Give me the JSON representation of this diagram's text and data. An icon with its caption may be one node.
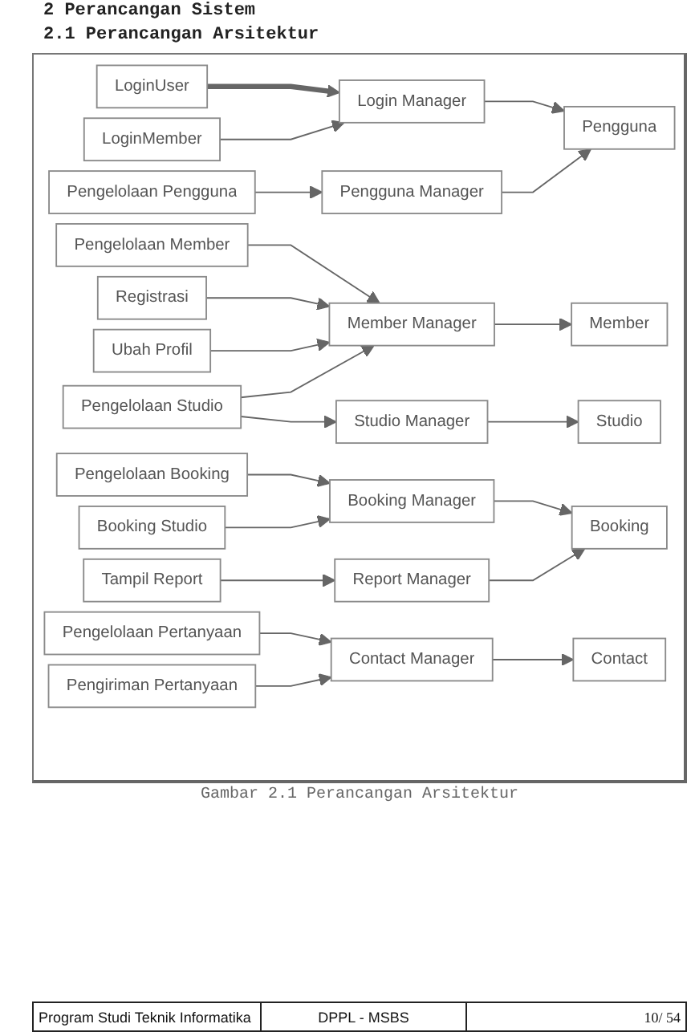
{
  "diagram": {
    "title": "2.1 Perancangan Arsitektur",
    "caption": "Gambar 2.1 Perancangan Arsitektur",
    "nodes": [
      {
        "text": [
          "LoginUser"
        ]
      },
      {
        "text": [
          "LoginMember"
        ]
      },
      {
        "text": [
          "Pengelolaan Pengguna"
        ]
      },
      {
        "text": [
          "Pengelolaan Member"
        ]
      },
      {
        "text": [
          "Registrasi"
        ]
      },
      {
        "text": [
          "Ubah Profil"
        ]
      },
      {
        "text": [
          "Pengelolaan Studio"
        ]
      },
      {
        "text": [
          "Pengelolaan Booking"
        ]
      },
      {
        "text": [
          "Booking Studio"
        ]
      },
      {
        "text": [
          "Tampil Report"
        ]
      },
      {
        "text": [
          "Pengelolaan Pertanyaan"
        ]
      },
      {
        "text": [
          "Pengiriman Pertanyaan"
        ]
      },
      {
        "text": [
          "Login Manager"
        ]
      },
      {
        "text": [
          "Pengguna Manager"
        ]
      },
      {
        "text": [
          "Member Manager"
        ]
      },
      {
        "text": [
          "Studio Manager"
        ]
      },
      {
        "text": [
          "Booking Manager"
        ]
      },
      {
        "text": [
          "Report Manager"
        ]
      },
      {
        "text": [
          "Contact Manager"
        ]
      },
      {
        "text": [
          "Pengguna"
        ]
      },
      {
        "text": [
          "Member"
        ]
      },
      {
        "text": [
          "Studio"
        ]
      },
      {
        "text": [
          "Booking"
        ]
      },
      {
        "text": [
          "Contact"
        ]
      }
    ],
    "edges": [
      {
        "from": 0,
        "to": 12,
        "arrow": "to",
        "style": "thick"
      },
      {
        "from": 1,
        "to": 12,
        "arrow": "to"
      },
      {
        "from": 2,
        "to": 13,
        "arrow": "to"
      },
      {
        "from": 3,
        "to": 14,
        "arrow": "to"
      },
      {
        "from": 4,
        "to": 14,
        "arrow": "to"
      },
      {
        "from": 5,
        "to": 14,
        "arrow": "to"
      },
      {
        "from": 6,
        "to": 14,
        "arrow": "to"
      },
      {
        "from": 6,
        "to": 15,
        "arrow": "to"
      },
      {
        "from": 7,
        "to": 16,
        "arrow": "to"
      },
      {
        "from": 8,
        "to": 16,
        "arrow": "to"
      },
      {
        "from": 9,
        "to": 17,
        "arrow": "to"
      },
      {
        "from": 10,
        "to": 18,
        "arrow": "to"
      },
      {
        "from": 11,
        "to": 18,
        "arrow": "to"
      },
      {
        "from": 12,
        "to": 19,
        "arrow": "to"
      },
      {
        "from": 13,
        "to": 19,
        "arrow": "to"
      },
      {
        "from": 14,
        "to": 20,
        "arrow": "to"
      },
      {
        "from": 15,
        "to": 21,
        "arrow": "to"
      },
      {
        "from": 16,
        "to": 22,
        "arrow": "to"
      },
      {
        "from": 17,
        "to": 22,
        "arrow": "to"
      },
      {
        "from": 18,
        "to": 23,
        "arrow": "to"
      }
    ],
    "labels": [
      "2 Perancangan Sistem",
      "Program Studi Teknik Informatika",
      "DPPL - MSBS",
      "10/ 54"
    ]
  }
}
